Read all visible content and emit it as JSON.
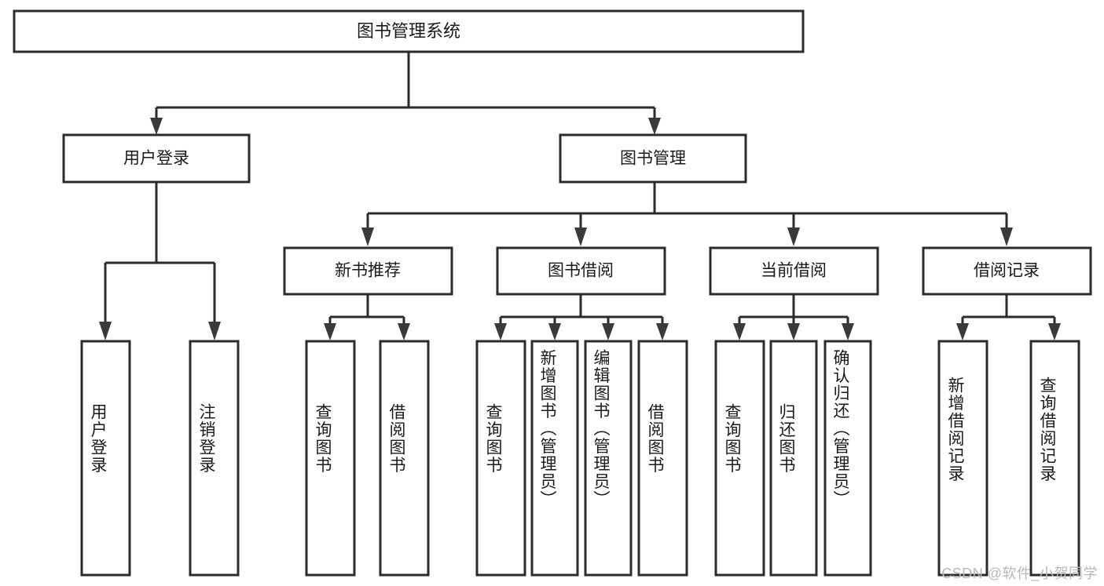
{
  "diagram": {
    "title": "图书管理系统",
    "type": "tree",
    "watermark": "CSDN @软件_小贺同学",
    "colors": {
      "box_stroke": "#2b2b2b",
      "box_fill": "#ffffff",
      "connector": "#2b2b2b",
      "arrow": "#3a3a3a",
      "text": "#1a1a1a",
      "watermark": "#b9b9b9",
      "background": "#ffffff"
    },
    "root": {
      "id": "root",
      "label": "图书管理系统",
      "orientation": "horizontal"
    },
    "level2": [
      {
        "id": "user-login",
        "label": "用户登录",
        "orientation": "horizontal"
      },
      {
        "id": "book-manage",
        "label": "图书管理",
        "orientation": "horizontal"
      }
    ],
    "level3": [
      {
        "id": "new-book-recommend",
        "label": "新书推荐",
        "orientation": "horizontal",
        "parent": "book-manage"
      },
      {
        "id": "book-borrow",
        "label": "图书借阅",
        "orientation": "horizontal",
        "parent": "book-manage"
      },
      {
        "id": "current-borrow",
        "label": "当前借阅",
        "orientation": "horizontal",
        "parent": "book-manage"
      },
      {
        "id": "borrow-record",
        "label": "借阅记录",
        "orientation": "horizontal",
        "parent": "book-manage"
      }
    ],
    "leaves": [
      {
        "id": "leaf-user-login",
        "label": "用户登录",
        "parent": "user-login",
        "orientation": "vertical"
      },
      {
        "id": "leaf-logout",
        "label": "注销登录",
        "parent": "user-login",
        "orientation": "vertical"
      },
      {
        "id": "leaf-query-book-1",
        "label": "查询图书",
        "parent": "new-book-recommend",
        "orientation": "vertical"
      },
      {
        "id": "leaf-borrow-book-1",
        "label": "借阅图书",
        "parent": "new-book-recommend",
        "orientation": "vertical"
      },
      {
        "id": "leaf-query-book-2",
        "label": "查询图书",
        "parent": "book-borrow",
        "orientation": "vertical"
      },
      {
        "id": "leaf-add-book",
        "label": "新增图书（管理员）",
        "parent": "book-borrow",
        "orientation": "vertical"
      },
      {
        "id": "leaf-edit-book",
        "label": "编辑图书（管理员）",
        "parent": "book-borrow",
        "orientation": "vertical"
      },
      {
        "id": "leaf-borrow-book-2",
        "label": "借阅图书",
        "parent": "book-borrow",
        "orientation": "vertical"
      },
      {
        "id": "leaf-query-book-3",
        "label": "查询图书",
        "parent": "current-borrow",
        "orientation": "vertical"
      },
      {
        "id": "leaf-return-book",
        "label": "归还图书",
        "parent": "current-borrow",
        "orientation": "vertical"
      },
      {
        "id": "leaf-confirm-return",
        "label": "确认归还（管理员）",
        "parent": "current-borrow",
        "orientation": "vertical"
      },
      {
        "id": "leaf-add-record",
        "label": "新增借阅记录",
        "parent": "borrow-record",
        "orientation": "vertical"
      },
      {
        "id": "leaf-query-record",
        "label": "查询借阅记录",
        "parent": "borrow-record",
        "orientation": "vertical"
      }
    ]
  }
}
